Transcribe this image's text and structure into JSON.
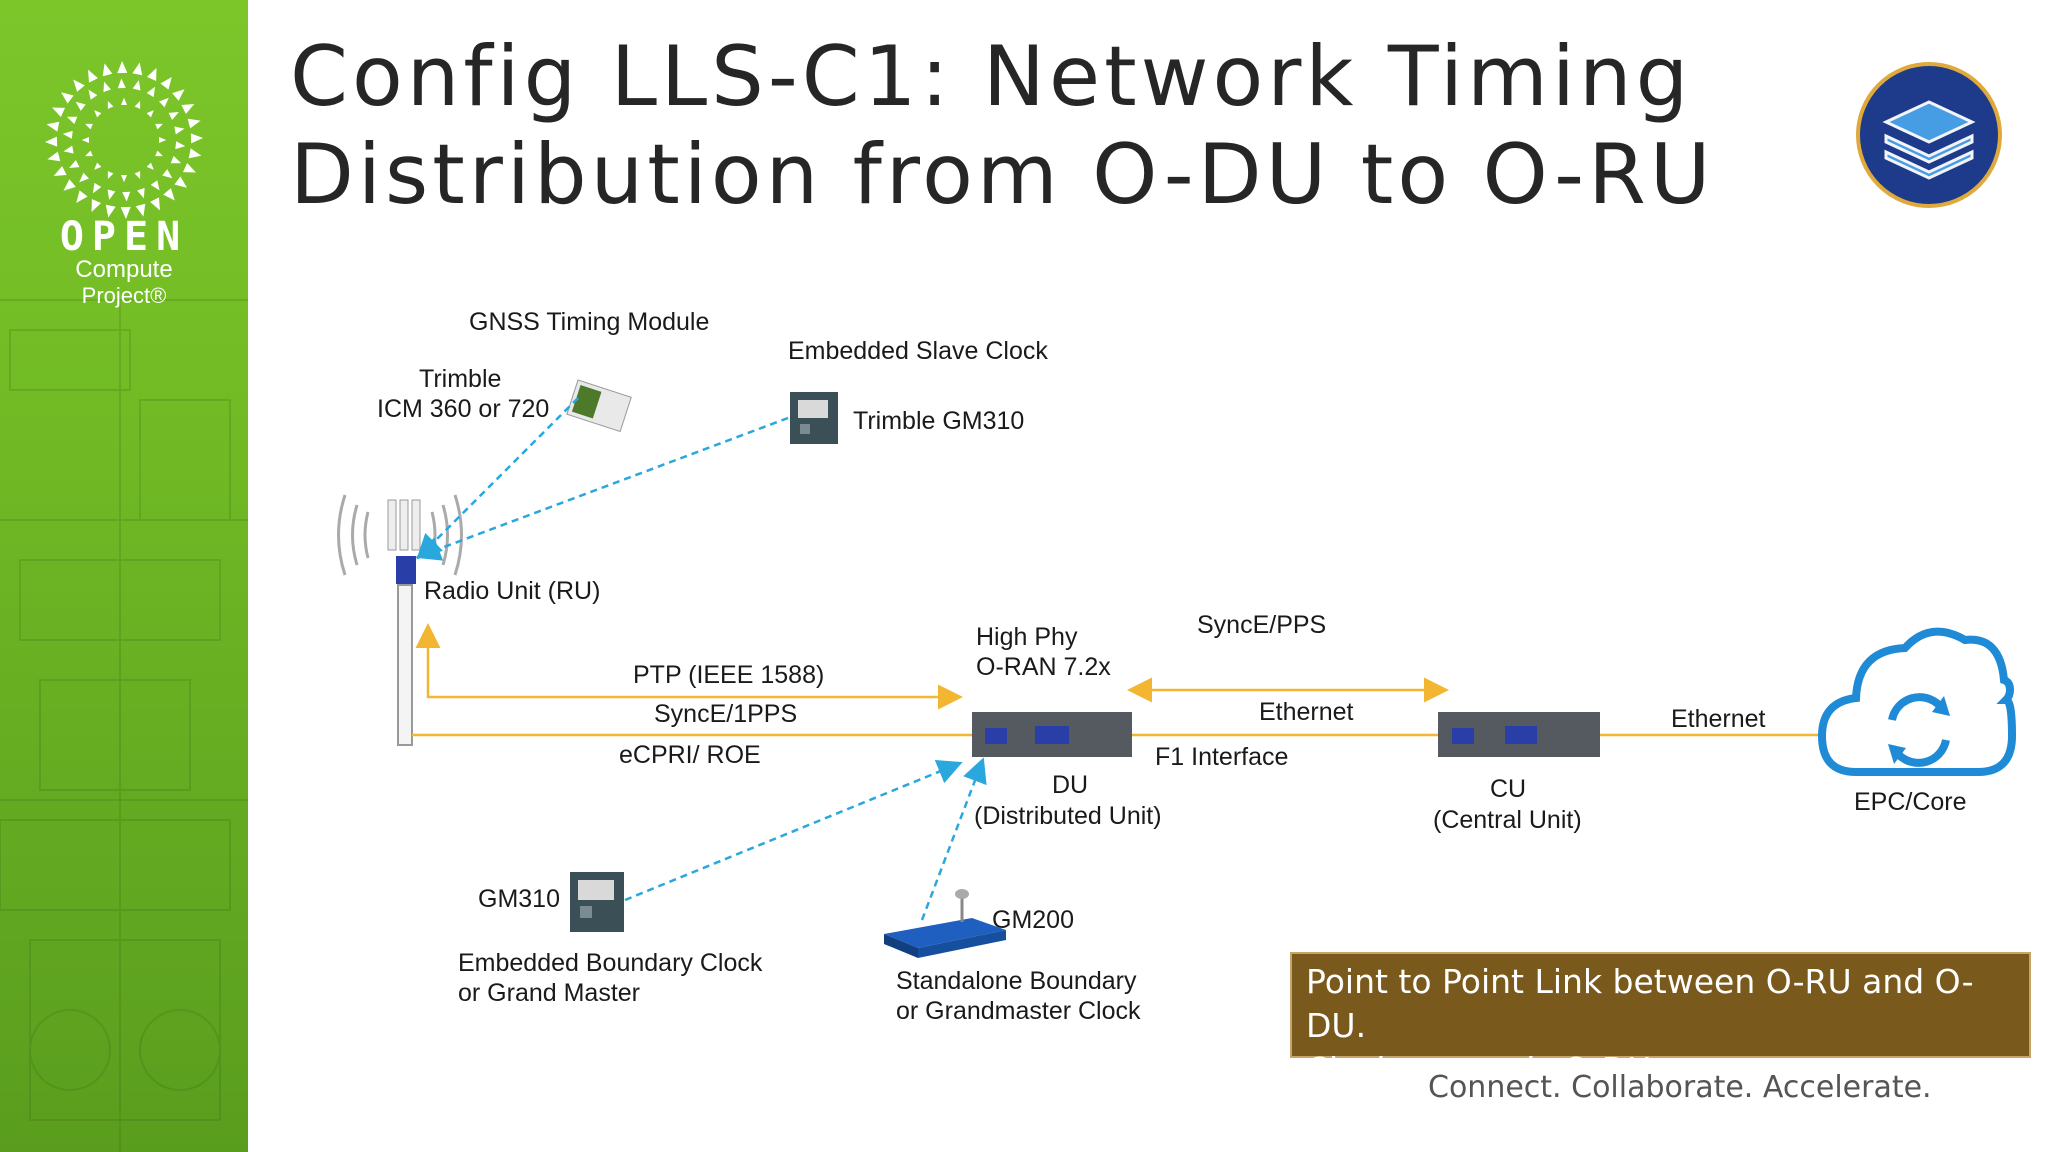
{
  "title": {
    "line1": "Config LLS-C1: Network Timing",
    "line2": "Distribution from O-DU to O-RU"
  },
  "sidebar": {
    "logo_open": "OPEN",
    "logo_compute": "Compute",
    "logo_project": "Project®"
  },
  "diagram": {
    "gnss_module": "GNSS Timing Module",
    "trimble": "Trimble",
    "icm": "ICM 360 or 720",
    "embedded_slave": "Embedded Slave Clock",
    "trimble_gm310": "Trimble GM310",
    "radio_unit": "Radio Unit (RU)",
    "ptp": "PTP (IEEE 1588)",
    "synce_1pps": "SyncE/1PPS",
    "ecpri": "eCPRI/ ROE",
    "high_phy": "High Phy",
    "oran": "O-RAN 7.2x",
    "synce_pps": "SyncE/PPS",
    "ethernet_du_cu": "Ethernet",
    "f1": "F1 Interface",
    "du": "DU",
    "du_full": "(Distributed Unit)",
    "cu": "CU",
    "cu_full": "(Central Unit)",
    "ethernet_cu_core": "Ethernet",
    "epc": "EPC/Core",
    "gm310": "GM310",
    "ebc_line1": "Embedded Boundary Clock",
    "ebc_line2": "or Grand Master",
    "gm200": "GM200",
    "sbc_line1": "Standalone Boundary",
    "sbc_line2": "or Grandmaster Clock"
  },
  "note": {
    "line1": "Point to Point Link between O-RU and O-DU.",
    "line2": "Clock source is O-DU"
  },
  "tagline": "Connect. Collaborate. Accelerate.",
  "colors": {
    "sidebar_green": "#72bb25",
    "timing_arrow": "#f2b632",
    "dashed_link": "#2aa7dc",
    "cloud_blue": "#1f8ad6",
    "note_bg": "#7a5a1c",
    "badge_blue": "#1e3a8a",
    "badge_ring": "#e0a93b"
  },
  "icons": {
    "badge": "layers-icon",
    "cloud": "cloud-sync-icon"
  }
}
